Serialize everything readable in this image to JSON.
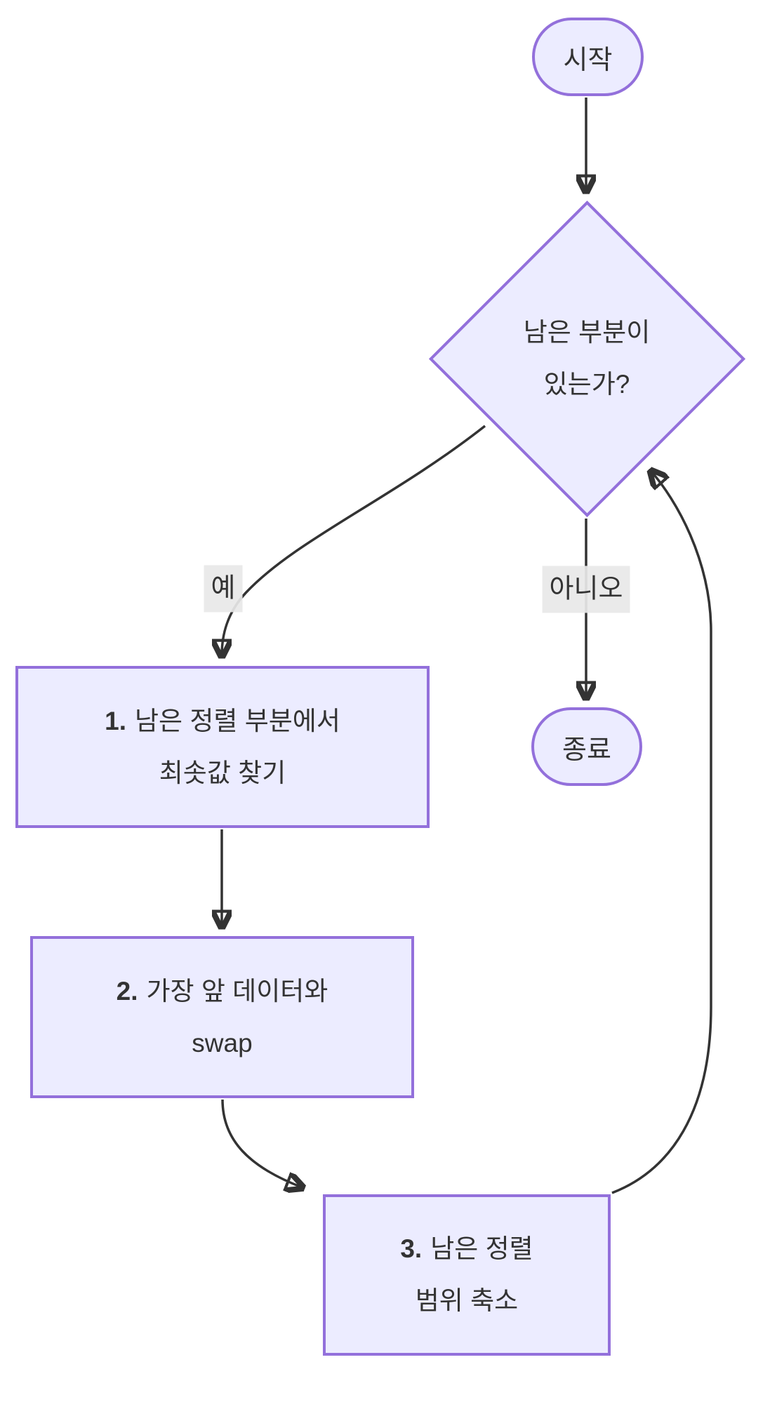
{
  "diagram": {
    "type": "flowchart",
    "colors": {
      "node_fill": "#ECECFF",
      "node_border": "#9370DB",
      "edge_stroke": "#333333",
      "text": "#333333",
      "edge_label_bg": "#e8e8e8",
      "background": "#ffffff"
    },
    "nodes": {
      "start": {
        "label": "시작"
      },
      "decision": {
        "line1": "남은 부분이",
        "line2": "있는가?"
      },
      "step1": {
        "prefix": "1.",
        "line1": "남은 정렬 부분에서",
        "line2": "최솟값 찾기"
      },
      "end": {
        "label": "종료"
      },
      "step2": {
        "prefix": "2.",
        "line1": "가장 앞 데이터와",
        "line2": "swap"
      },
      "step3": {
        "prefix": "3.",
        "line1": "남은 정렬",
        "line2": "범위 축소"
      }
    },
    "edge_labels": {
      "yes": "예",
      "no": "아니오"
    },
    "edges": [
      {
        "from": "start",
        "to": "decision"
      },
      {
        "from": "decision",
        "to": "step1",
        "label": "예"
      },
      {
        "from": "decision",
        "to": "end",
        "label": "아니오"
      },
      {
        "from": "step1",
        "to": "step2"
      },
      {
        "from": "step2",
        "to": "step3"
      },
      {
        "from": "step3",
        "to": "decision"
      }
    ]
  }
}
